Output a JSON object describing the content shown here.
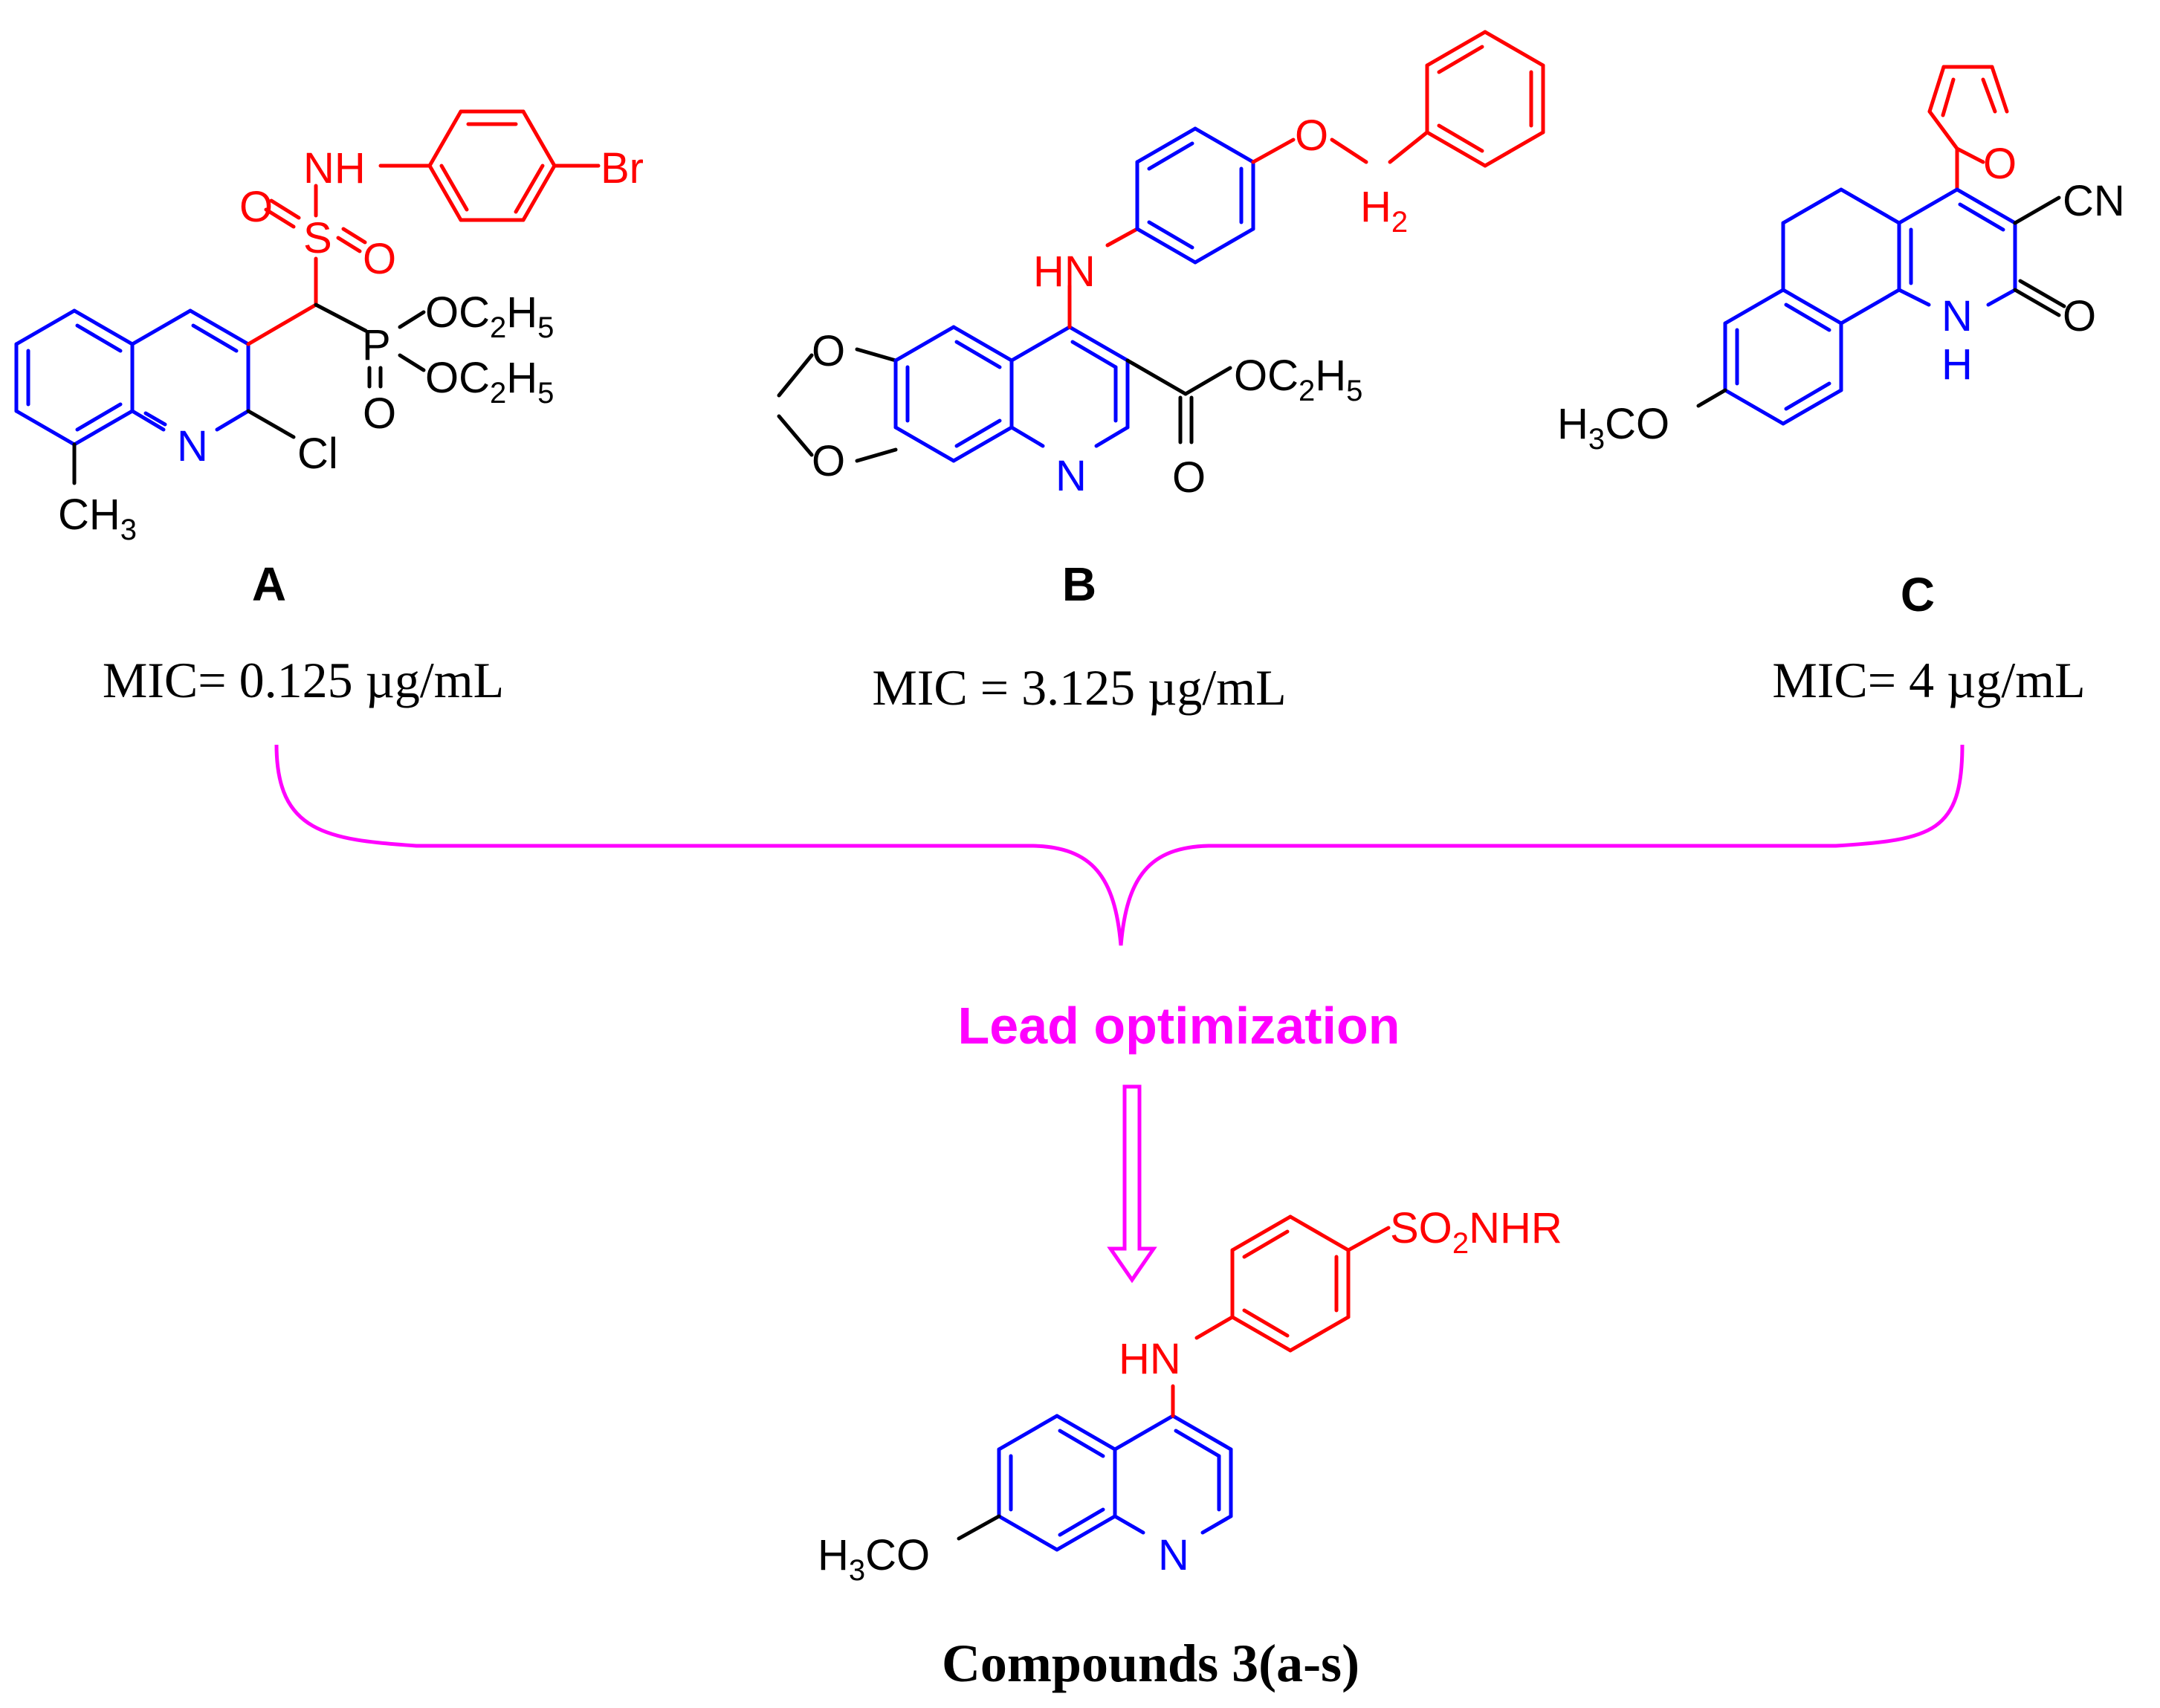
{
  "colors": {
    "scaffold": "#0000ff",
    "substituent": "#ff0000",
    "plain": "#000000",
    "accent": "#ff00ff"
  },
  "compound_a": {
    "label": "A",
    "mic": "MIC= 0.125 µg/mL",
    "atoms": {
      "nh": "NH",
      "br": "Br",
      "s": "S",
      "o1": "O",
      "o2": "O",
      "p": "P",
      "po": "O",
      "oet1": "OC",
      "oet2": "OC",
      "sub2": "2",
      "h5": "H",
      "sub5": "5",
      "n": "N",
      "cl": "Cl",
      "ch3": "CH",
      "sub3": "3"
    }
  },
  "compound_b": {
    "label": "B",
    "mic": "MIC = 3.125 µg/mL",
    "atoms": {
      "o": "O",
      "h2": "H",
      "sub2": "2",
      "hn": "HN",
      "o1": "O",
      "o2": "O",
      "n": "N",
      "oet": "OC",
      "h5": "H",
      "sub5": "5",
      "co": "O"
    }
  },
  "compound_c": {
    "label": "C",
    "mic": "MIC= 4 µg/mL",
    "atoms": {
      "furan_o": "O",
      "cn": "CN",
      "nh_n": "N",
      "nh_h": "H",
      "co": "O",
      "h3": "H",
      "sub3": "3",
      "co_me": "CO"
    }
  },
  "lead": {
    "text": "Lead optimization"
  },
  "target": {
    "label": "Compounds 3(a-s)",
    "atoms": {
      "so": "SO",
      "sub2": "2",
      "nhr": "NHR",
      "hn": "HN",
      "n": "N",
      "h": "H",
      "sub3": "3",
      "co": "CO"
    }
  }
}
